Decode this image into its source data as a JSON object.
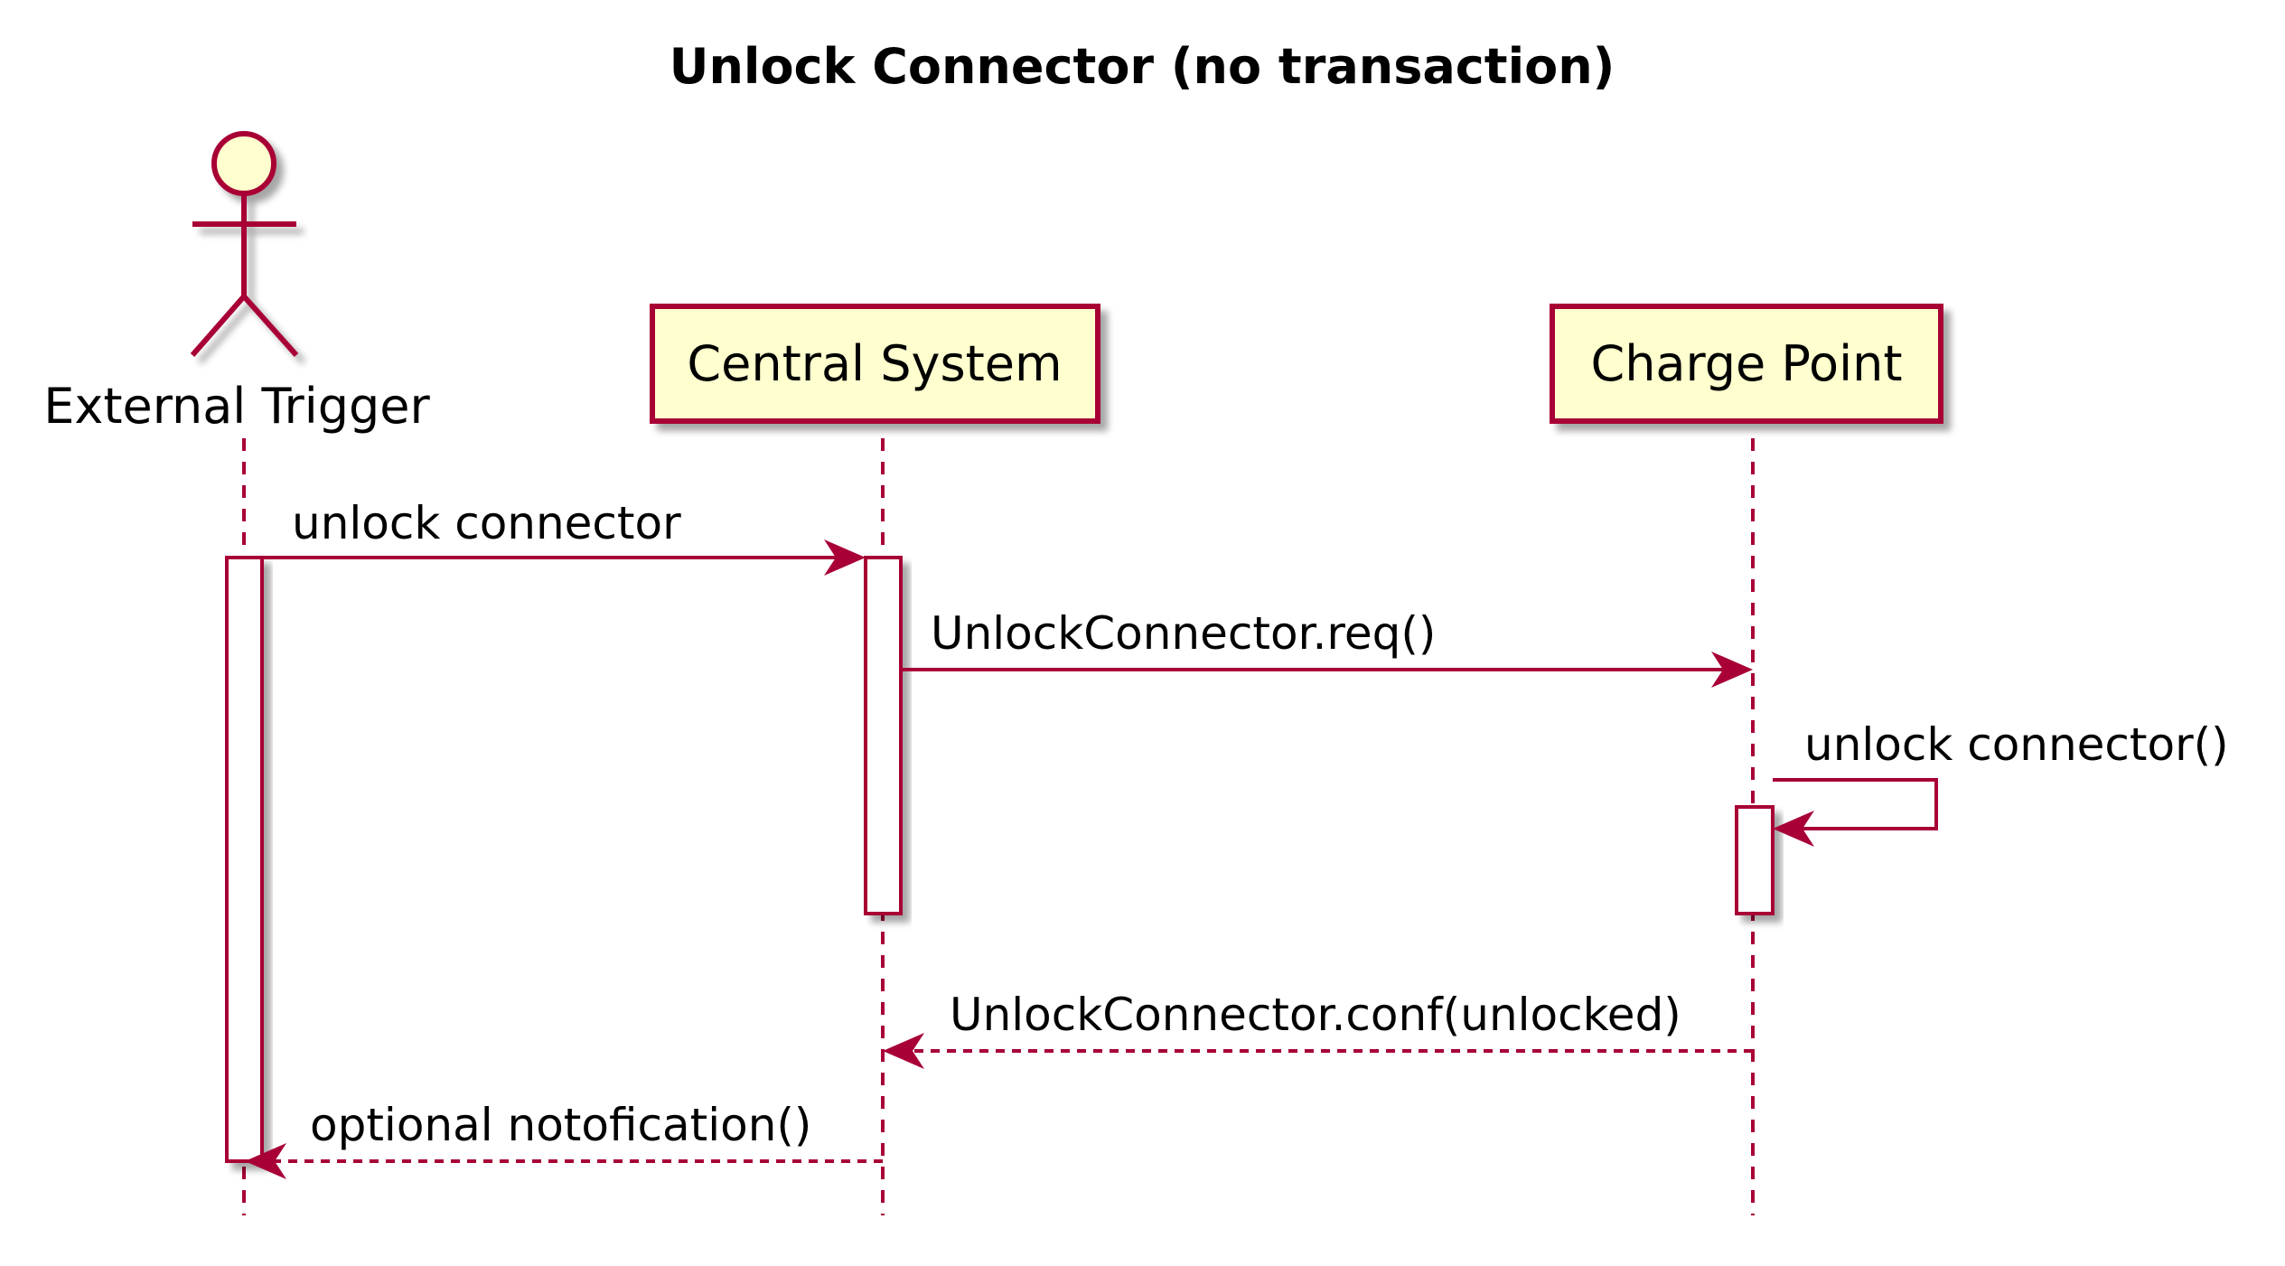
{
  "diagram": {
    "title": "Unlock Connector (no transaction)",
    "participants": {
      "external_trigger": "External Trigger",
      "central_system": "Central System",
      "charge_point": "Charge Point"
    },
    "messages": [
      {
        "label": "unlock connector",
        "from": "External Trigger",
        "to": "Central System",
        "style": "solid"
      },
      {
        "label": "UnlockConnector.req()",
        "from": "Central System",
        "to": "Charge Point",
        "style": "solid"
      },
      {
        "label": "unlock connector()",
        "from": "Charge Point",
        "to": "Charge Point",
        "style": "solid"
      },
      {
        "label": "UnlockConnector.conf(unlocked)",
        "from": "Charge Point",
        "to": "Central System",
        "style": "dashed"
      },
      {
        "label": "optional notofication()",
        "from": "Central System",
        "to": "External Trigger",
        "style": "dashed"
      }
    ]
  },
  "colors": {
    "line": "#A80036",
    "fill": "#FEFECE",
    "activation_fill": "#FFFFFF",
    "shadow": "#C8C8C8",
    "text": "#000000"
  }
}
